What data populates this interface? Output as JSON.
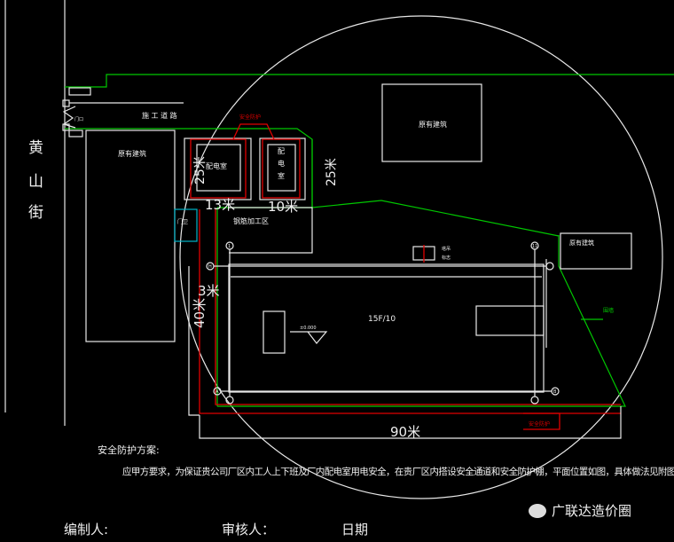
{
  "street": [
    "黄",
    "山",
    "街"
  ],
  "labels": {
    "construction_road": "施 工 道 路",
    "existing_building_left": "原有建筑",
    "existing_building_top": "原有建筑",
    "existing_building_right": "原有建筑",
    "power_room_1": "配电室",
    "power_room_2": [
      "配",
      "电",
      "室"
    ],
    "protection_top": "安全防护",
    "protection_bottom": "安全防护",
    "rebar_area": "钢筋加工区",
    "building_main": "15F/10",
    "elevation": "±0.000",
    "gate": "门口",
    "right_label": "围墙",
    "tower_label": [
      "塔吊",
      "标志"
    ],
    "door_label": "门卫"
  },
  "dimensions": {
    "d25_left": "25米",
    "d25_right": "25米",
    "d13": "13米",
    "d10": "10米",
    "d3": "3米",
    "d40": "40米",
    "d90": "90米"
  },
  "axis_markers": [
    "1",
    "11",
    "H",
    "A",
    "B"
  ],
  "notes": {
    "title": "安全防护方案:",
    "body": "应甲方要求，为保证贵公司厂区内工人上下班及厂内配电室用电安全，在贵厂区内搭设安全通道和安全防护棚，平面位置如图，具体做法见附图。",
    "compiler": "编制人:",
    "reviewer": "审核人：",
    "date": "日期"
  },
  "watermark": "广联达造价圈",
  "colors": {
    "green": "#00c800",
    "red": "#e00000",
    "cyan": "#00b4c8",
    "white": "#e8e8e8"
  }
}
